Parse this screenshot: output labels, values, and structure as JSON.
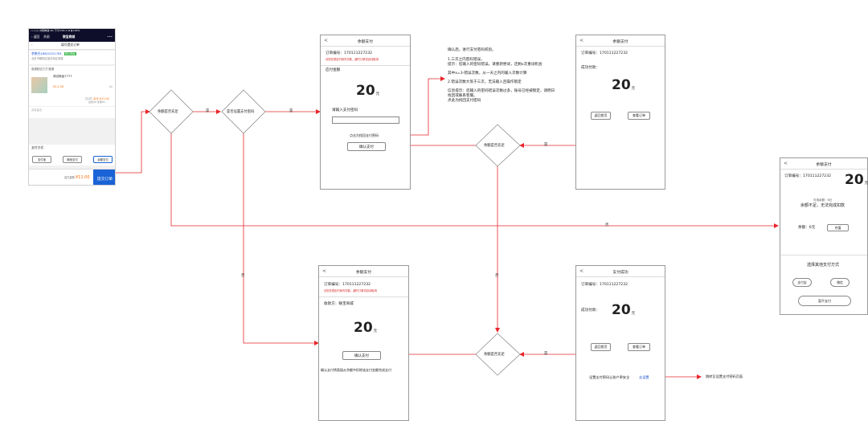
{
  "colors": {
    "arrow": "#e8262b",
    "border": "#9a9a9a",
    "accent_blue": "#1a63d6",
    "price_orange": "#ff6a00",
    "status_bar": "#0e0e2a"
  },
  "mobile": {
    "status_bar": "•••○○ 中国电信  4G        下午3:56         ⊙ ⊕ ▮ 100%",
    "nav_back": "返回",
    "nav_close": "关闭",
    "nav_title": "联宝商城",
    "nav_more": "•••",
    "page_title": "填写提交订单",
    "address_line1": "李晓光18810221761",
    "address_badge": "默认地址",
    "address_line2": "北京市朝阳区望京地区某路",
    "shipping": "普通配送方式 圆通",
    "product_name": "测试商品7777",
    "product_price": "¥11.00",
    "product_qty": "x1",
    "subtotal_label": "共1件",
    "subtotal_total": "合计:¥11.00",
    "subtotal_freight": "运费¥0  优惠¥0",
    "remark_placeholder": "买家留言",
    "pay_method_title": "支付方式",
    "pay_alipay": "支付宝",
    "pay_wechat": "微信支付",
    "pay_balance": "余额支付",
    "total_label": "应付金额:",
    "total_amount": "¥11.00",
    "submit": "提交订单"
  },
  "flow": {
    "d1": "余额是否充足",
    "d2": "是否设置支付密码",
    "d3": "余额是否充足",
    "d4": "余额是否充足",
    "yes": "是",
    "no": "否"
  },
  "screen_pwd": {
    "back": "<",
    "title": "余额支付",
    "order_no": "订单编号：170111227232",
    "notice": "请您在规定时间内付款，超时订单将自动取消",
    "section": "应付金额",
    "amount": "20",
    "unit": "元",
    "pwd_label": "请输入支付密码",
    "forgot": "点击为找回支付密码",
    "confirm": "确认支付"
  },
  "notes": {
    "l1": "确认后，进行支付密码校验。",
    "l2": "1.三次之内密码错误，",
    "l3": "提示：您输入的密码错误，请重新尝试，还剩x次重试机会",
    "l4": "其中x=3-错误次数，从一天之内的输入次数计算",
    "l5": "2.错误次数大等于三次，无法输入且操作锁定",
    "l6": "信息提示：您输入的密码错误次数过多，账号已经被锁定，请明日",
    "l7": "找回或联系客服。",
    "l8": "点此为找回支付密码"
  },
  "screen_ok1": {
    "back": "<",
    "title": "余额支付",
    "order_no": "订单编号：170111227232",
    "paid_label": "成功付款：",
    "amount": "20",
    "unit": "元",
    "home": "返回首页",
    "view": "查看订单"
  },
  "screen_insuf": {
    "back": "<",
    "title": "余额支付",
    "order_no": "订单编号：170111227232",
    "amount": "20",
    "unit": "元",
    "balance_small": "可用余额：6元",
    "message": "余额不足，无法完成扣款",
    "balance": "余额：6元",
    "recharge": "充值",
    "other_title": "选择其他支付方式",
    "alipay": "支付宝",
    "wechat": "微信",
    "cancel": "暂不支付"
  },
  "screen_nopwd": {
    "back": "<",
    "title": "余额支付",
    "order_no": "订单编号：170111227232",
    "notice": "请您在规定时间内付款，超时订单将自动取消",
    "payee": "收款方：联宝商城",
    "amount": "20",
    "unit": "元",
    "confirm": "确认支付",
    "note": "确认支付将直接从余额中扣除该支付金额完成支付"
  },
  "screen_ok2": {
    "back": "<",
    "title": "支付成功",
    "order_no": "订单编号：170111227232",
    "paid_label": "成功付款：",
    "amount": "20",
    "unit": "元",
    "home": "返回首页",
    "view": "查看订单",
    "tip": "设置支付密码让账户更安全",
    "tip_link": "去设置",
    "jump": "跳转至设置支付密码页面"
  }
}
